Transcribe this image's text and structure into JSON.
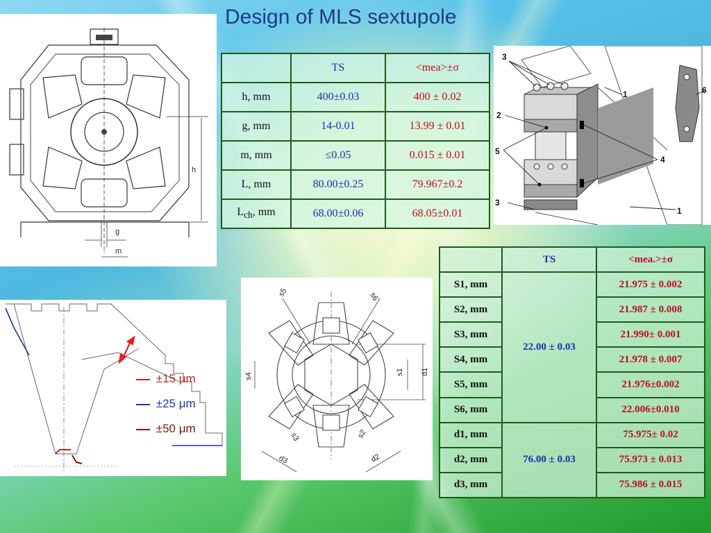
{
  "slide_title": "Design of MLS sextupole",
  "table1": {
    "headers": [
      "",
      "TS",
      "<mea>±σ"
    ],
    "rows": [
      {
        "label": "h, mm",
        "ts": "400±0.03",
        "mea": "400 ± 0.02"
      },
      {
        "label": "g, mm",
        "ts": "14-0.01",
        "mea": "13.99 ± 0.01"
      },
      {
        "label": "m, mm",
        "ts": "≤0.05",
        "mea": "0.015 ± 0.01"
      },
      {
        "label": "L, mm",
        "ts": "80.00±0.25",
        "mea": "79.967±0.2"
      },
      {
        "label_main": "L",
        "label_sub": "ch",
        "label_unit": ", mm",
        "ts": "68.00±0.06",
        "mea": "68.05±0.01"
      }
    ]
  },
  "table2": {
    "headers": [
      "",
      "TS",
      "<mea.>±σ"
    ],
    "ts_group1": "22.00 ± 0.03",
    "ts_group2": "76.00 ± 0.03",
    "rows": [
      {
        "label": "S1, mm",
        "mea": "21.975 ± 0.002"
      },
      {
        "label": "S2, mm",
        "mea": "21.987 ± 0.008"
      },
      {
        "label": "S3, mm",
        "mea": "21.990± 0.001"
      },
      {
        "label": "S4, mm",
        "mea": "21.978 ± 0.007"
      },
      {
        "label": "S5, mm",
        "mea": "21.976±0.002"
      },
      {
        "label": "S6, mm",
        "mea": "22.006±0.010"
      },
      {
        "label": "d1, mm",
        "mea": "75.975± 0.02"
      },
      {
        "label": "d2, mm",
        "mea": "75.973 ± 0.013"
      },
      {
        "label": "d3, mm",
        "mea": "75.986 ± 0.015"
      }
    ]
  },
  "drawing1_labels": {
    "h": "h",
    "g": "g",
    "m": "m"
  },
  "drawing2_labels": {
    "s1": "s1",
    "s2": "s2",
    "s3": "s3",
    "s4": "s4",
    "s5": "s5",
    "s6": "s6",
    "d1": "d1",
    "d2": "d2",
    "d3": "d3"
  },
  "drawing3_labels": {
    "n1a": "1",
    "n1b": "1",
    "n2": "2",
    "n3a": "3",
    "n3b": "3",
    "n4": "4",
    "n5": "5",
    "n6": "6"
  },
  "legend": [
    {
      "text": "±15 μm",
      "color": "#c0261a"
    },
    {
      "text": "±25 μm",
      "color": "#1a34b0"
    },
    {
      "text": "±50 μm",
      "color": "#8a1010"
    }
  ]
}
